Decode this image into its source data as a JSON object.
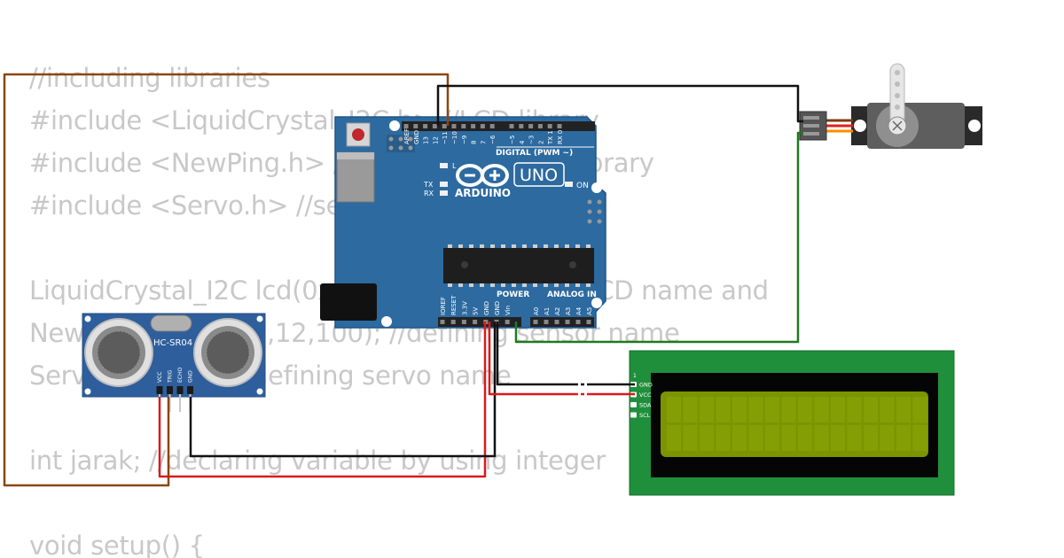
{
  "code": {
    "lines": [
      "//including libraries",
      "#include <LiquidCrystal_I2C.h> //LCD library",
      "#include <NewPing.h> //ultrasonic sensor library",
      "#include <Servo.h> //servo library",
      "LiquidCrystal_I2C lcd(0x27,16,2); //defining LCD name and",
      "NewPing SONIK(13,12,100); //defining sensor name",
      "Servo myservo; //defining servo name",
      "int jarak; //declaring variable by using integer",
      "void setup() {"
    ]
  },
  "arduino": {
    "brand": "ARDUINO",
    "model": "UNO",
    "digital_label": "DIGITAL (PWM ~)",
    "power_label": "POWER",
    "analog_label": "ANALOG IN",
    "on_label": "ON",
    "l_label": "L",
    "tx_label": "TX",
    "rx_label": "RX",
    "digital_pins": [
      "AREF",
      "GND",
      "13",
      "12",
      "~11",
      "~10",
      "~9",
      "8",
      "7",
      "~6",
      "~5",
      "4",
      "~3",
      "2",
      "TX 1",
      "RX 0"
    ],
    "power_pins": [
      "IOREF",
      "RESET",
      "3.3V",
      "5V",
      "GND",
      "GND",
      "Vin"
    ],
    "analog_pins": [
      "A0",
      "A1",
      "A2",
      "A3",
      "A4",
      "A5"
    ]
  },
  "ultrasonic": {
    "model": "HC-SR04",
    "pins": [
      "VCC",
      "TRIG",
      "ECHO",
      "GND"
    ]
  },
  "lcd": {
    "pins": [
      "GND",
      "VCC",
      "SDA",
      "SCL"
    ],
    "pin_marker": "1"
  },
  "colors": {
    "board": "#2c6aa0",
    "lcd_pcb": "#1f8f3c",
    "lcd_screen": "#7b9400",
    "wire_brown": "#8b4513",
    "wire_red": "#d91a1a",
    "wire_black": "#111111",
    "wire_green": "#1f7a1f",
    "code_text": "#c8c8c8"
  }
}
